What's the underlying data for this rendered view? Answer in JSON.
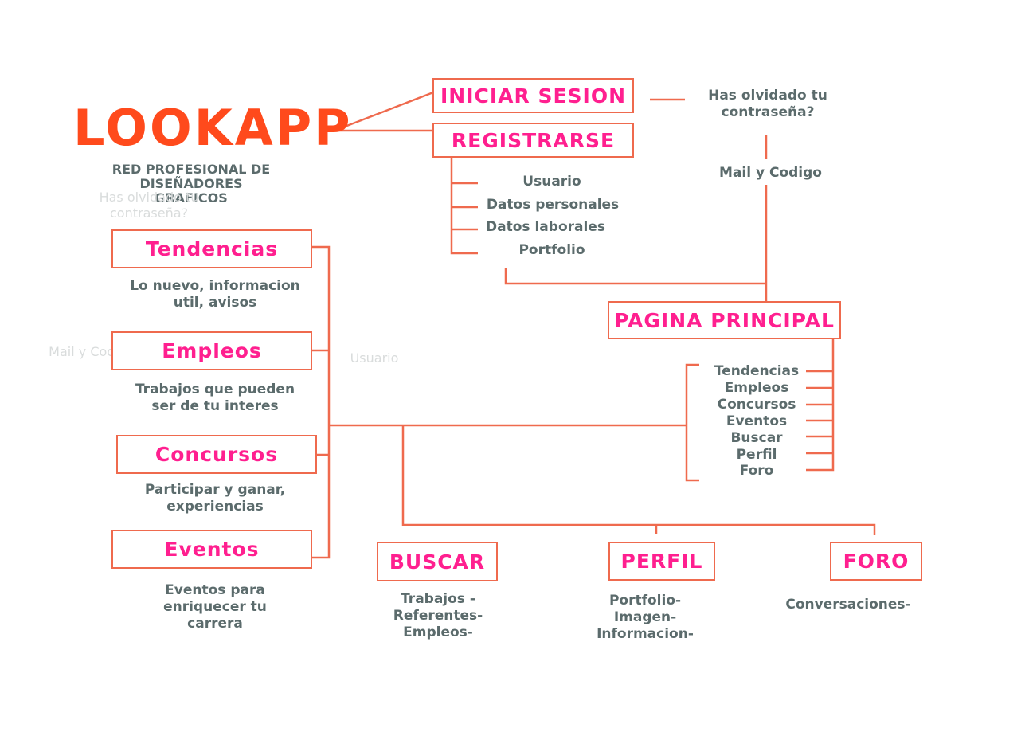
{
  "brand": {
    "name": "LOOKAPP",
    "tagline": "RED PROFESIONAL DE DISEÑADORES\nGRAFICOS"
  },
  "auth": {
    "login": "INICIAR SESION",
    "register": "REGISTRARSE",
    "forgot": "Has  olvidado tu\ncontraseña?",
    "mail_code": "Mail y Codigo",
    "register_fields": [
      "Usuario",
      "Datos personales",
      "Datos laborales",
      "Portfolio"
    ]
  },
  "main_page": {
    "title": "PAGINA PRINCIPAL",
    "items": [
      "Tendencias",
      "Empleos",
      "Concursos",
      "Eventos",
      "Buscar",
      "Perfil",
      "Foro"
    ]
  },
  "sections": [
    {
      "title": "Tendencias",
      "desc": "Lo nuevo, informacion\nutil, avisos"
    },
    {
      "title": "Empleos",
      "desc": "Trabajos que pueden\nser de tu interes"
    },
    {
      "title": "Concursos",
      "desc": "Participar y ganar,\nexperiencias"
    },
    {
      "title": "Eventos",
      "desc": "Eventos para\nenriquecer tu\ncarrera"
    }
  ],
  "bottom": [
    {
      "title": "BUSCAR",
      "desc": "Trabajos -\nReferentes-\nEmpleos-"
    },
    {
      "title": "PERFIL",
      "desc": "Portfolio-\nImagen-\nInformacion-"
    },
    {
      "title": "FORO",
      "desc": "Conversaciones-"
    }
  ],
  "colors": {
    "line": "#ef6a4e",
    "box_text": "#ff1f8f",
    "logo": "#ff4a1c",
    "label": "#5b6b6c"
  }
}
